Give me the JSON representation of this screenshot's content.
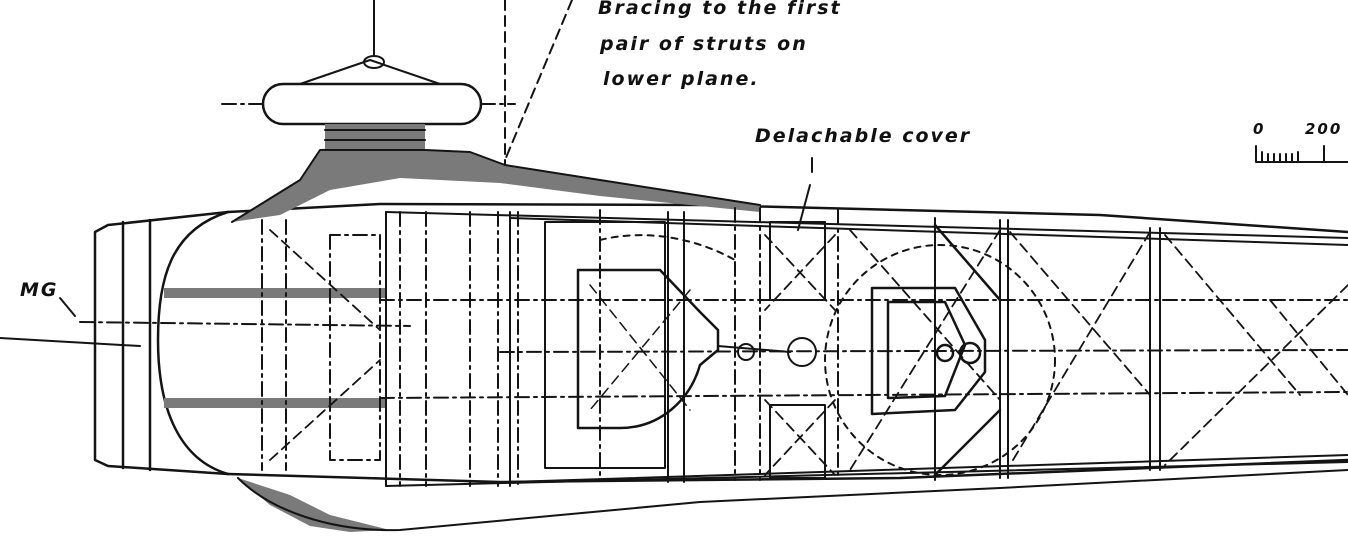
{
  "annotations": {
    "bracing_line1": "Bracing to the first",
    "bracing_line2": "pair of struts on",
    "bracing_line3": "lower plane.",
    "detachable_cover": "Delachable cover",
    "mg_label": "MG",
    "scale_zero": "0",
    "scale_200": "200"
  }
}
